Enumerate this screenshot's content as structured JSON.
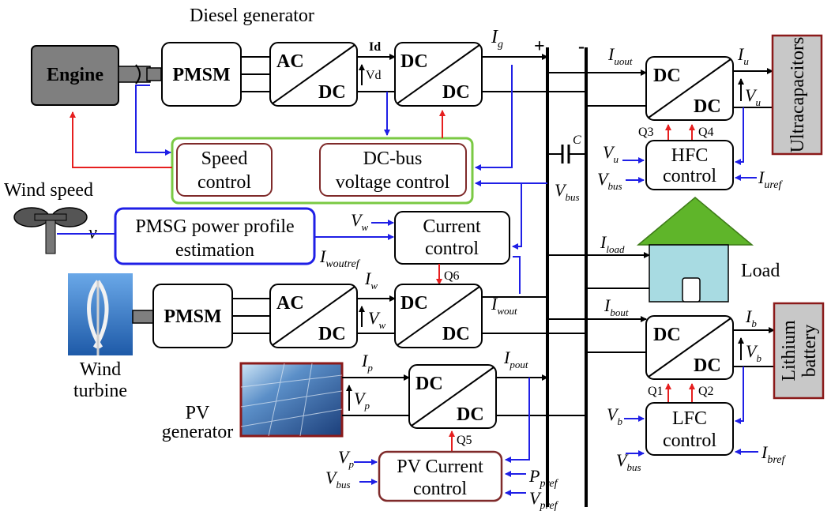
{
  "labels": {
    "diesel_generator": "Diesel generator",
    "engine": "Engine",
    "pmsm_top": "PMSM",
    "pmsm_mid": "PMSM",
    "ac": "AC",
    "dc": "DC",
    "speed_control_1": "Speed",
    "speed_control_2": "control",
    "dcbus_control_1": "DC-bus",
    "dcbus_control_2": "voltage control",
    "wind_speed": "Wind speed",
    "v": "v",
    "pmsg_1": "PMSG power profile",
    "pmsg_2": "estimation",
    "current_control_1": "Current",
    "current_control_2": "control",
    "wind_turbine_1": "Wind",
    "wind_turbine_2": "turbine",
    "pv_generator_1": "PV",
    "pv_generator_2": "generator",
    "pv_current_control_1": "PV Current",
    "pv_current_control_2": "control",
    "hfc_1": "HFC",
    "hfc_2": "control",
    "lfc_1": "LFC",
    "lfc_2": "control",
    "ultracapacitors": "Ultracapacitors",
    "lithium_1": "Lithium",
    "lithium_2": "battery",
    "load": "Load",
    "plus": "+",
    "minus": "-",
    "c": "C",
    "q1": "Q1",
    "q2": "Q2",
    "q3": "Q3",
    "q4": "Q4",
    "q5": "Q5",
    "q6": "Q6"
  },
  "signals": {
    "Id": "Id",
    "Vd": "Vd",
    "Ig": "I",
    "Ig_sub": "g",
    "Iuout": "I",
    "Iuout_sub": "uout",
    "Iu": "I",
    "Iu_sub": "u",
    "Vu": "V",
    "Vu_sub": "u",
    "Vbus": "V",
    "Vbus_sub": "bus",
    "Iuref": "I",
    "Iuref_sub": "uref",
    "Vw": "V",
    "Vw_sub": "w",
    "Iwoutref": "I",
    "Iwoutref_sub": "woutref",
    "Iload": "I",
    "Iload_sub": "load",
    "Iw": "I",
    "Iw_sub": "w",
    "Iwout": "I",
    "Iwout_sub": "wout",
    "Ibout": "I",
    "Ibout_sub": "bout",
    "Ib": "I",
    "Ib_sub": "b",
    "Vb": "V",
    "Vb_sub": "b",
    "Ip": "I",
    "Ip_sub": "p",
    "Ipout": "I",
    "Ipout_sub": "pout",
    "Vp": "V",
    "Vp_sub": "p",
    "Ibref": "I",
    "Ibref_sub": "bref",
    "Ppref": "P",
    "Ppref_sub": "pref",
    "Vpref": "V",
    "Vpref_sub": "pref"
  },
  "colors": {
    "control_line": "#1f1fe6",
    "switch_signal": "#e61f1f",
    "control_frame": "#7ac943",
    "storage_box": "#c8c8c8",
    "storage_border": "#8b1a1a",
    "house_roof": "#5fb52a",
    "house_body": "#a8dbe2"
  }
}
